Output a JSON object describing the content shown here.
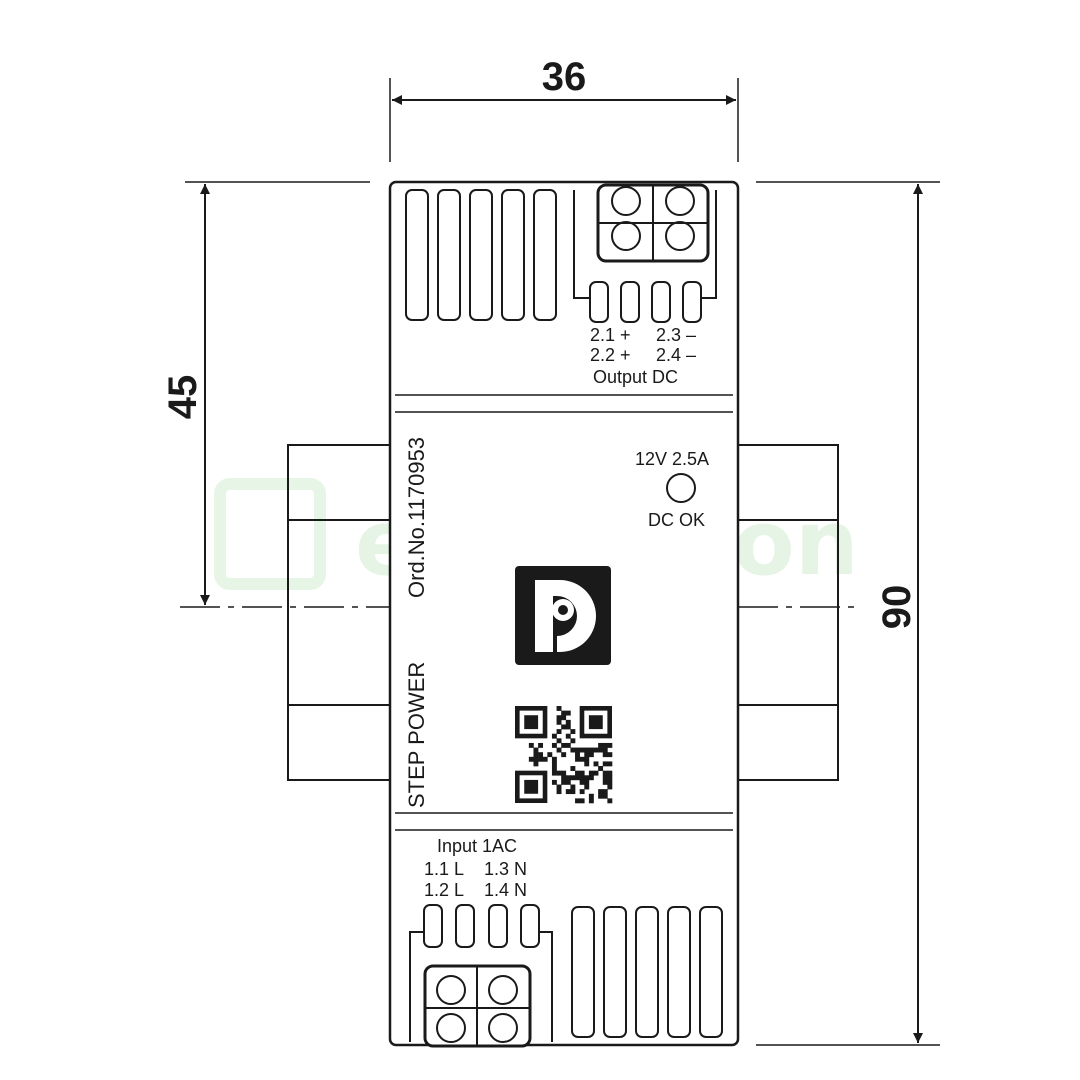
{
  "dimensions": {
    "width": "36",
    "half_height": "45",
    "height": "90"
  },
  "device": {
    "series": "STEP POWER",
    "order_number": "Ord.No.1170953",
    "rating": "12V 2.5A",
    "led_label": "DC OK",
    "output": {
      "title": "Output DC",
      "row1_left": "2.1 +",
      "row1_right": "2.3 –",
      "row2_left": "2.2 +",
      "row2_right": "2.4 –"
    },
    "input": {
      "title": "Input 1AC",
      "row1_left": "1.1 L",
      "row1_right": "1.3 N",
      "row2_left": "1.2 L",
      "row2_right": "1.4 N"
    }
  },
  "watermark": {
    "text": "electricon",
    "color": "#8fd18f"
  },
  "icons": [
    "phoenix-contact-logo",
    "qr-code",
    "status-led",
    "screw-terminal",
    "dimension-arrow"
  ]
}
